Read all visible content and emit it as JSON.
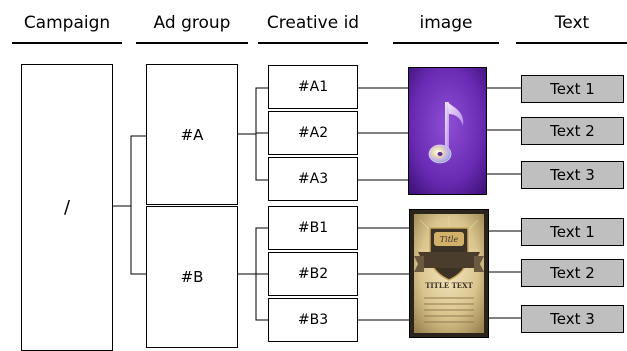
{
  "headers": {
    "campaign": "Campaign",
    "ad_group": "Ad group",
    "creative_id": "Creative id",
    "image": "image",
    "text": "Text"
  },
  "campaign": {
    "label": "/"
  },
  "ad_groups": [
    {
      "label": "#A",
      "image_icon": "music-note-cd-icon",
      "creatives": [
        "#A1",
        "#A2",
        "#A3"
      ],
      "texts": [
        "Text 1",
        "Text 2",
        "Text 3"
      ]
    },
    {
      "label": "#B",
      "image_icon": "title-poster-icon",
      "creatives": [
        "#B1",
        "#B2",
        "#B3"
      ],
      "texts": [
        "Text 1",
        "Text 2",
        "Text 3"
      ]
    }
  ],
  "poster": {
    "badge_text": "Title",
    "title_text": "TITLE TEXT"
  },
  "colors": {
    "purple_top": "#7b39c4",
    "purple_bottom": "#3a0f72",
    "text_box_fill": "#bfbfbf"
  }
}
